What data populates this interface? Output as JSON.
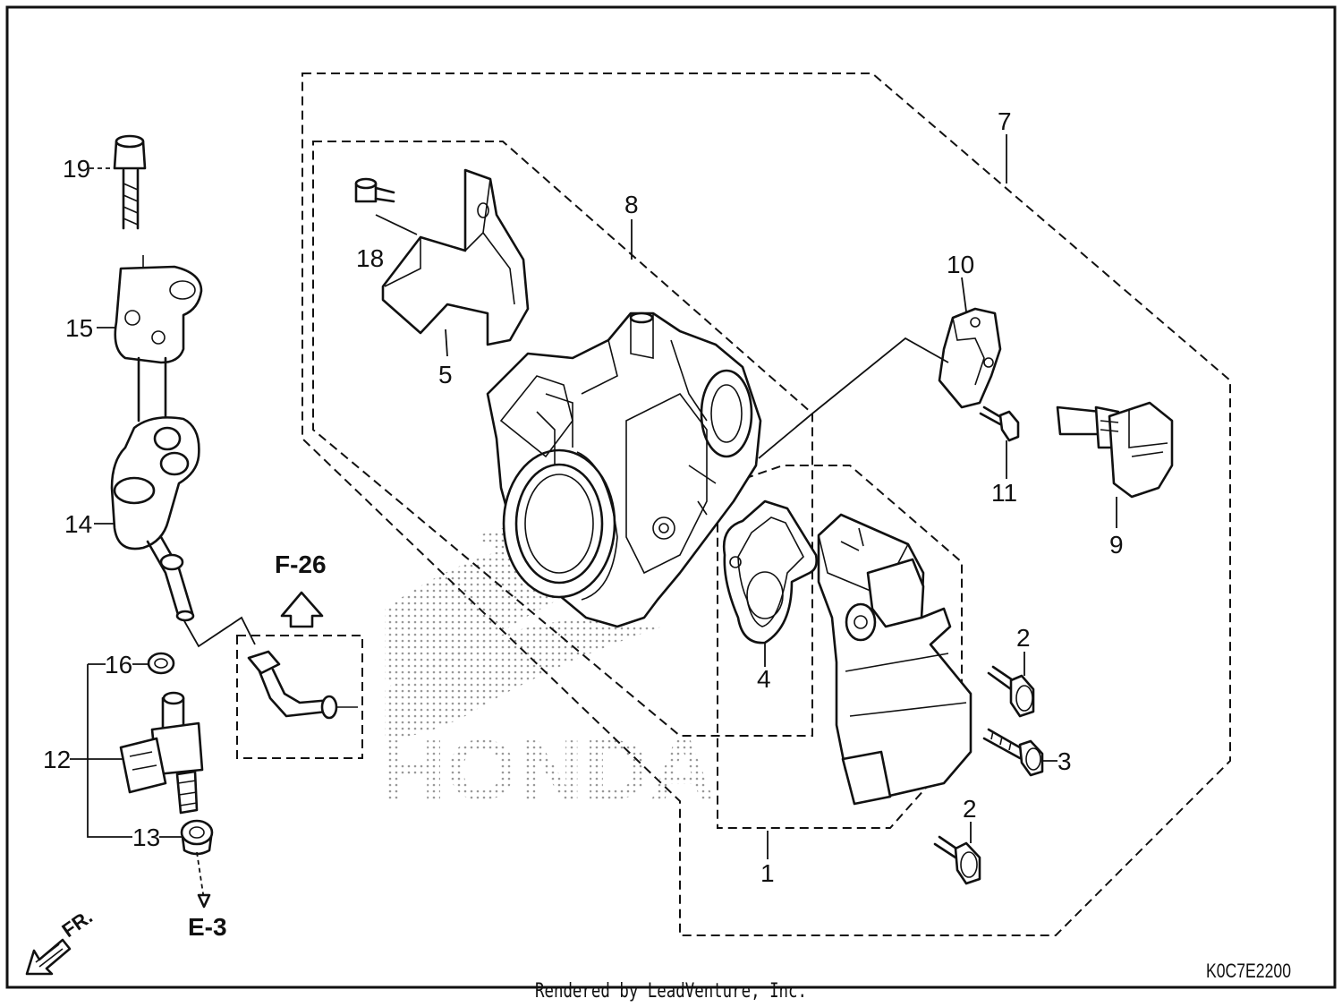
{
  "callouts": {
    "c1": "1",
    "c2a": "2",
    "c2b": "2",
    "c3": "3",
    "c4": "4",
    "c5": "5",
    "c7": "7",
    "c8": "8",
    "c9": "9",
    "c10": "10",
    "c11": "11",
    "c12": "12",
    "c13": "13",
    "c14": "14",
    "c15": "15",
    "c16": "16",
    "c18": "18",
    "c19": "19"
  },
  "refs": {
    "f26": "F-26",
    "e3": "E-3",
    "fr": "FR."
  },
  "watermark": {
    "brand": "HONDA"
  },
  "footer": {
    "diagram_code": "K0C7E2200",
    "credit": "Rendered by LeadVenture, Inc."
  }
}
